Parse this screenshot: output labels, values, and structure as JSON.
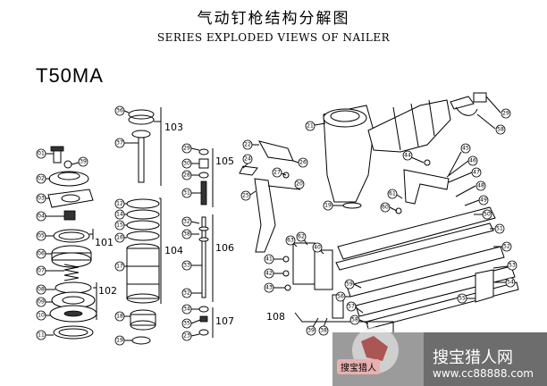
{
  "title_cn": "气动钉枪结构分解图",
  "title_en": "SERIES EXPLODED VIEWS OF NAILER",
  "model": "T50MA",
  "group_labels": {
    "g101": "101",
    "g102": "102",
    "g103": "103",
    "g104": "104",
    "g105": "105",
    "g106": "106",
    "g107": "107",
    "g108": "108"
  },
  "parts": {
    "p01": "01",
    "p02": "02",
    "p03": "03",
    "p04": "04",
    "p05": "05",
    "p06": "06",
    "p07": "07",
    "p08": "08",
    "p09": "09",
    "p10": "10",
    "p11": "11",
    "p12": "12",
    "p13": "13",
    "p14": "14",
    "p15": "15",
    "p16": "16",
    "p17": "17",
    "p18": "18",
    "p19a": "19",
    "p19b": "19",
    "p20": "20",
    "p21": "21",
    "p22": "22",
    "p23": "23",
    "p24": "24",
    "p25": "25",
    "p26": "26",
    "p27": "27",
    "p28": "28",
    "p29": "29",
    "p30": "30",
    "p31": "31",
    "p32a": "32",
    "p32b": "32",
    "p33": "33",
    "p34": "34",
    "p35": "35",
    "p36": "36",
    "p37": "37",
    "p38a": "38",
    "p38b": "38",
    "p39a": "39",
    "p39b": "39",
    "p40": "40",
    "p41": "41",
    "p42": "42",
    "p43": "43",
    "p44": "44",
    "p45": "45",
    "p46": "46",
    "p47": "47",
    "p48": "48",
    "p49": "49",
    "p50": "50",
    "p51": "51",
    "p52": "52",
    "p53": "53",
    "p54": "54",
    "p55": "55",
    "p56": "56",
    "p57": "57",
    "p58": "58",
    "p59": "59",
    "p60": "60",
    "p61": "61",
    "p62": "62",
    "p63": "63"
  },
  "watermark": {
    "site_cn": "搜宝猎人网",
    "site_url": "www.cc88888.com",
    "badge": "搜宝猎人"
  }
}
